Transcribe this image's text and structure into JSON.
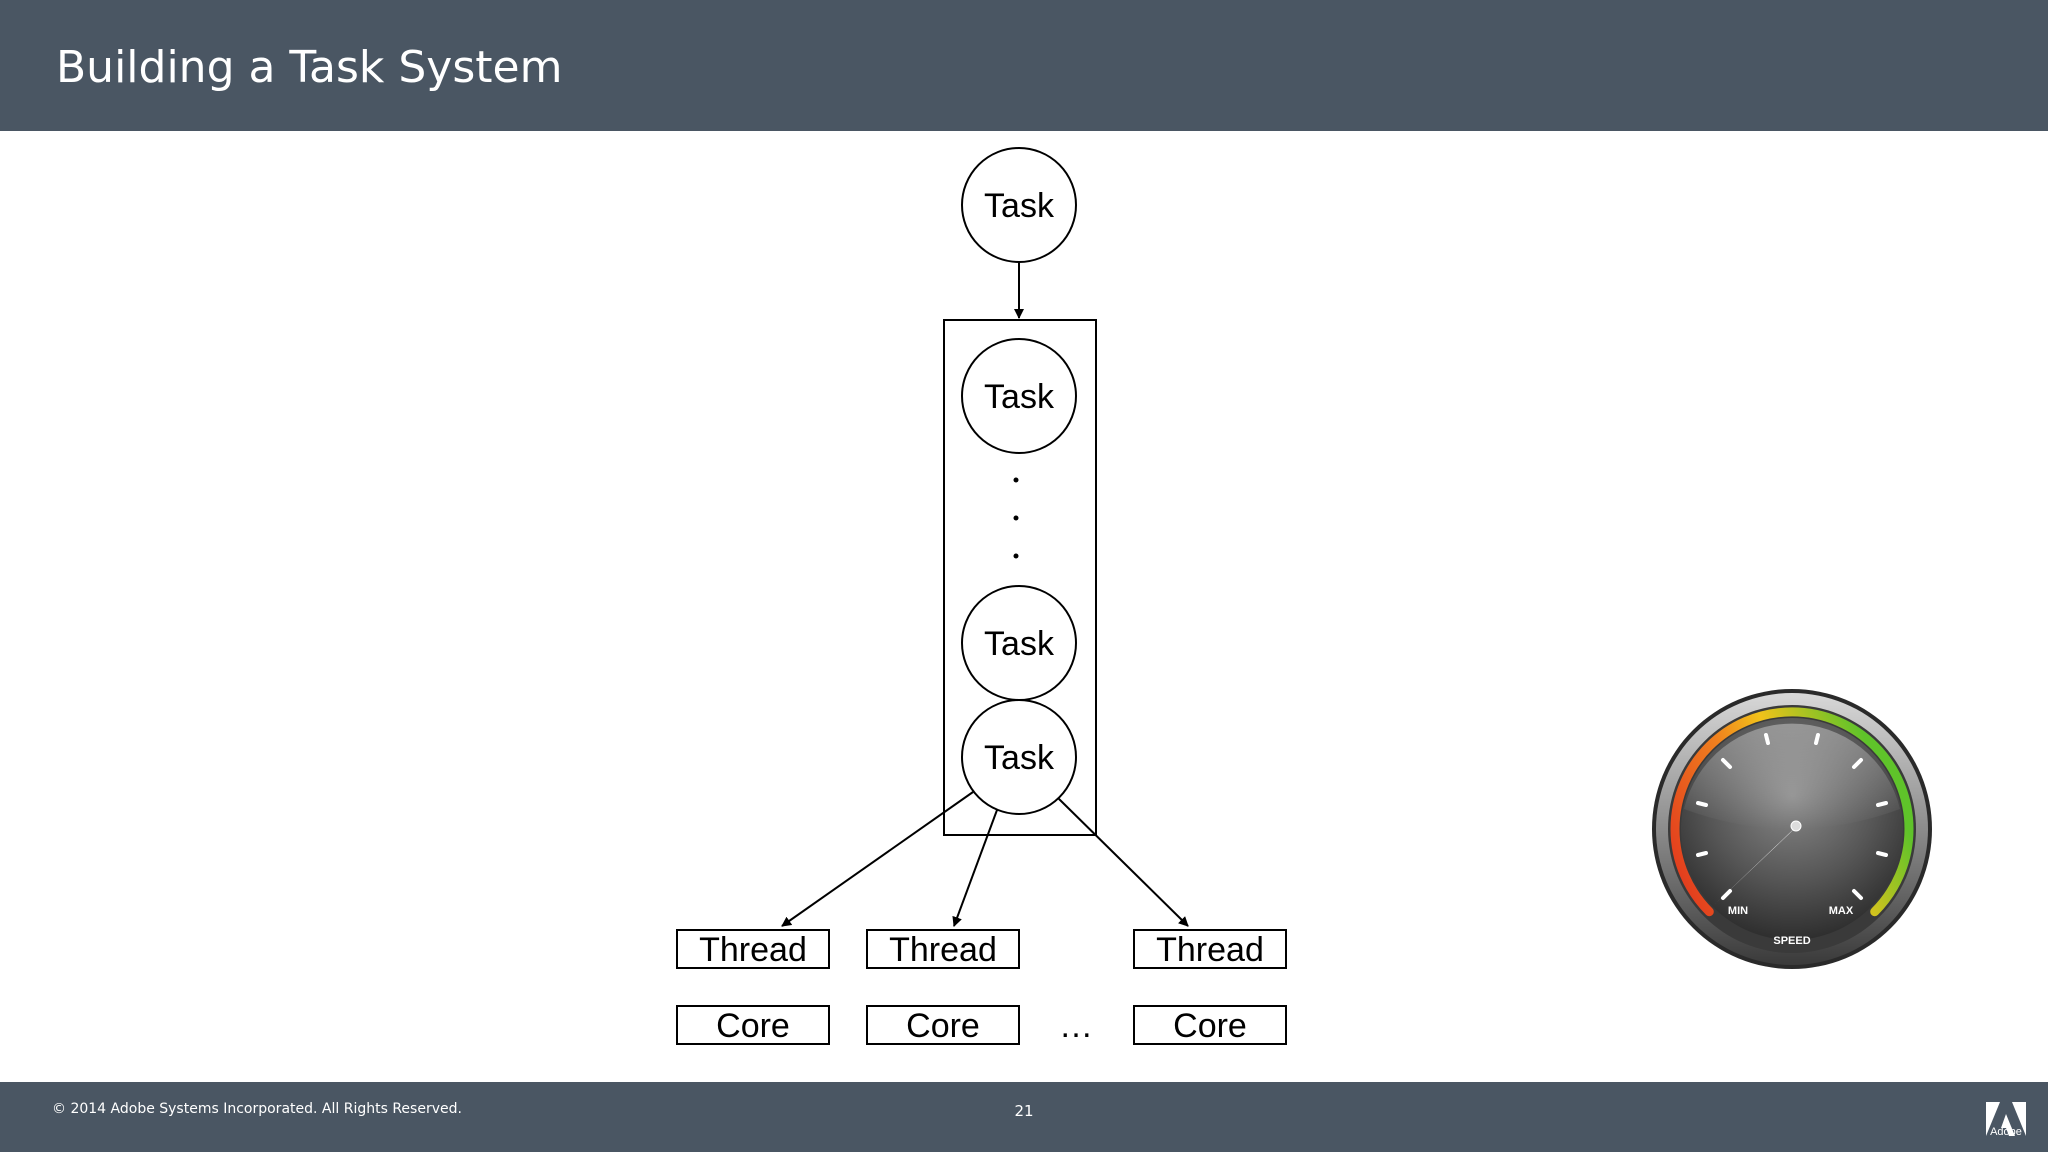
{
  "slide": {
    "title": "Building a Task System",
    "copyright": "© 2014 Adobe Systems Incorporated.  All Rights Reserved.",
    "page_number": "21",
    "logo_text": "Adobe"
  },
  "diagram": {
    "task_label": "Task",
    "thread_label": "Thread",
    "core_label": "Core",
    "ellipsis": "…"
  },
  "gauge": {
    "min_label": "MIN",
    "max_label": "MAX",
    "caption": "SPEED"
  },
  "colors": {
    "header_bg": "#4a5663",
    "gauge_red": "#e0301e",
    "gauge_yellow": "#f2c21a",
    "gauge_green": "#5fc32a"
  }
}
